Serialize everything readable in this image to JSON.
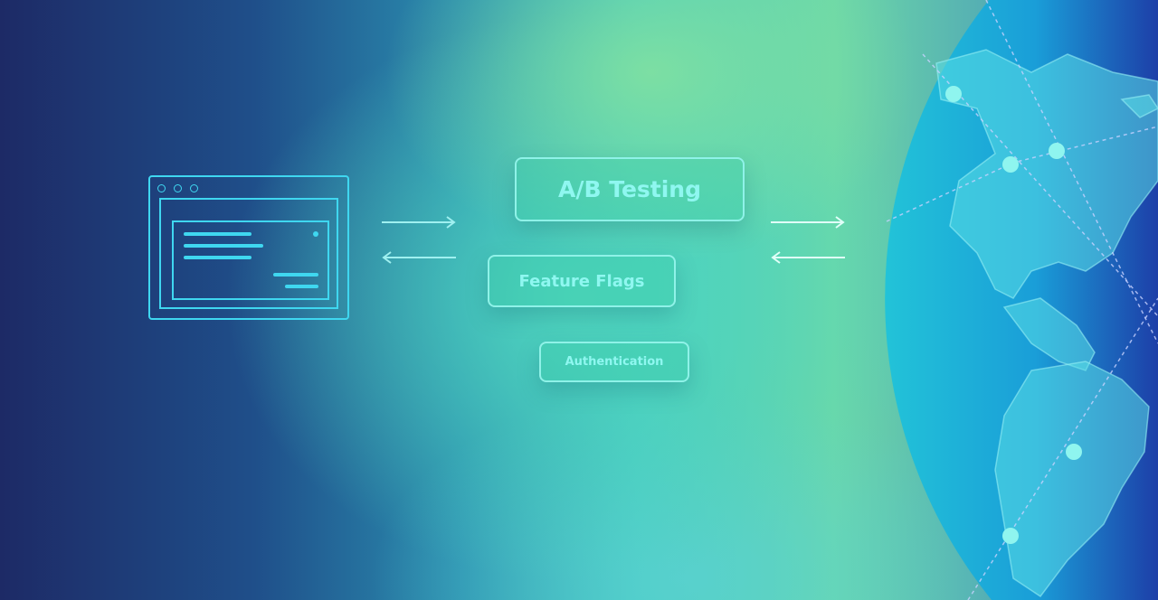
{
  "labels": {
    "ab_testing": "A/B Testing",
    "feature_flags": "Feature Flags",
    "authentication": "Authentication"
  },
  "icons": [
    "browser-window-icon",
    "arrow-right-icon",
    "arrow-left-icon",
    "globe-icon"
  ],
  "colors": {
    "accent": "#3fd7f0",
    "box_border": "#8ff2e8",
    "globe": "#1aa6d6"
  }
}
